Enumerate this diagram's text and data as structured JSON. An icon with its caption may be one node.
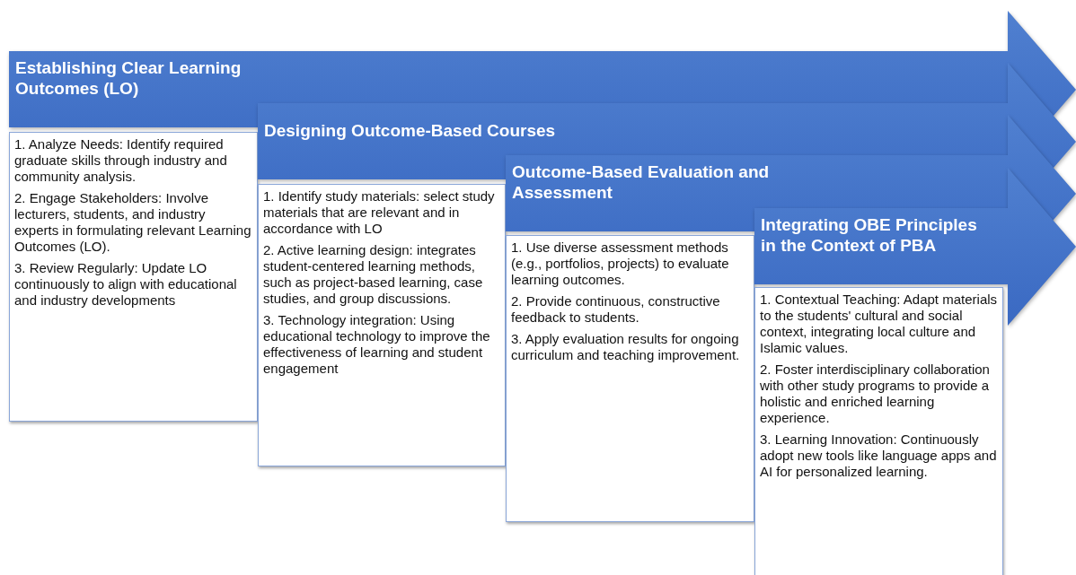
{
  "diagram": {
    "nodes": [
      {
        "text": [
          "Establishing Clear Learning Outcomes (LO)"
        ]
      },
      {
        "text": [
          "1. Analyze Needs: Identify required graduate skills through industry and community analysis.",
          "2. Engage Stakeholders: Involve lecturers, students, and industry experts in formulating relevant Learning Outcomes (LO).",
          "3. Review Regularly: Update LO continuously to align with educational and industry developments"
        ]
      },
      {
        "text": [
          "Designing Outcome-Based Courses"
        ]
      },
      {
        "text": [
          "1. Identify study materials: select study materials that are relevant and in accordance with LO",
          "2. Active learning design: integrates student-centered learning methods, such as project-based learning, case studies, and group discussions.",
          "3. Technology integration: Using educational technology to improve the effectiveness of learning and student engagement"
        ]
      },
      {
        "text": [
          "Outcome-Based Evaluation and Assessment"
        ]
      },
      {
        "text": [
          "1. Use diverse assessment methods (e.g., portfolios, projects) to evaluate learning outcomes.",
          "2. Provide continuous, constructive feedback to students.",
          "3. Apply evaluation results for ongoing curriculum and teaching improvement."
        ]
      },
      {
        "text": [
          "Integrating OBE Principles in the Context of PBA"
        ]
      },
      {
        "text": [
          "1. Contextual Teaching: Adapt materials to the students' cultural and social context, integrating local culture and Islamic values.",
          "2. Foster interdisciplinary collaboration with other study programs to provide a holistic and enriched learning experience.",
          "3. Learning Innovation: Continuously adopt new tools like language apps and AI for personalized learning."
        ]
      }
    ]
  }
}
